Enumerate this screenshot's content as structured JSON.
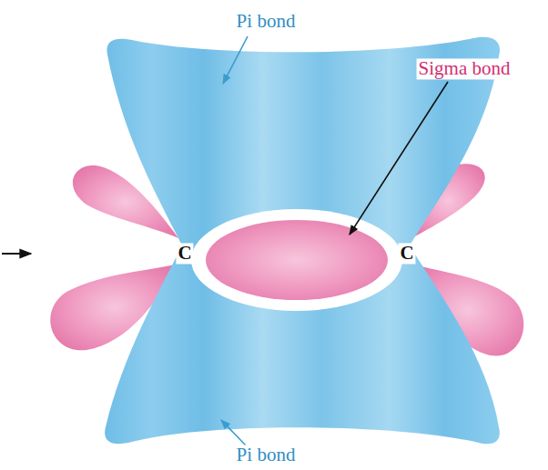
{
  "diagram": {
    "labels": [
      "Pi bond",
      "Sigma bond",
      "C",
      "C",
      "Pi bond"
    ]
  }
}
